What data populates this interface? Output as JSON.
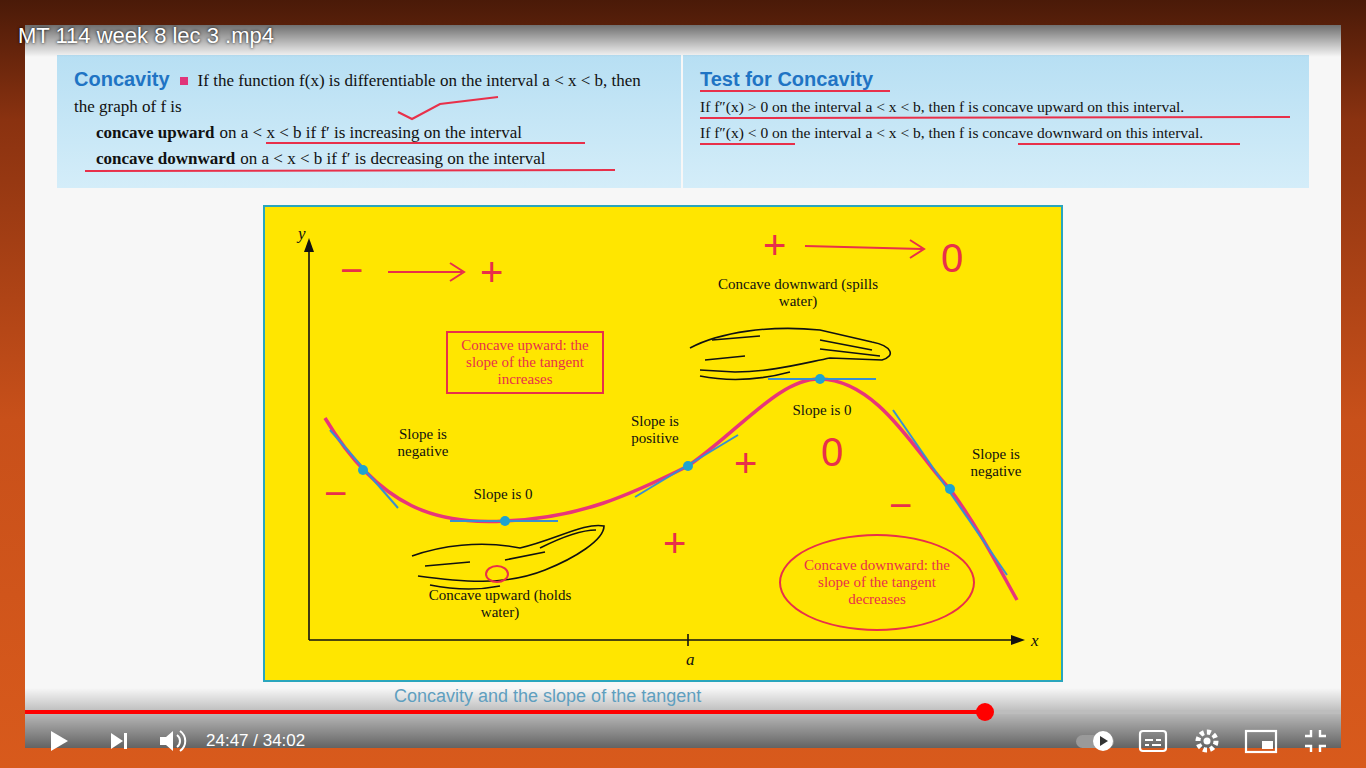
{
  "diagram": {
    "title": "MT 114 week 8 lec 3 .mp4",
    "nodes": [
      {
        "text": [
          "Concavity",
          "If the function f(x) is differentiable on the interval a < x < b, then the graph of f is",
          "concave upward",
          "on a < x < b if f′ is increasing on the interval",
          "concave downward",
          "on a < x < b if f′ is decreasing on the interval"
        ]
      },
      {
        "text": [
          "Test for Concavity",
          "If f″(x) > 0 on the interval a < x < b, then f is concave upward on this interval.",
          "If f″(x) < 0 on the interval a < x < b, then f is concave downward on this interval."
        ]
      },
      {
        "text": [
          "y",
          "x",
          "a"
        ]
      },
      {
        "text": [
          "Concave upward: the slope of the tangent increases"
        ],
        "in": 2
      },
      {
        "text": [
          "Concave downward: the slope of the tangent decreases"
        ],
        "in": 2
      }
    ],
    "labels": [
      "Concave downward (spills water)",
      "Slope is positive",
      "Slope is 0",
      "Slope is negative",
      "Slope is 0",
      "Slope is negative",
      "Concave upward (holds water)",
      "−",
      "+",
      "+",
      "0",
      "0",
      "+",
      "−",
      "+",
      "−",
      "Concavity and the slope of the tangent",
      "24:47 / 34:02"
    ]
  }
}
